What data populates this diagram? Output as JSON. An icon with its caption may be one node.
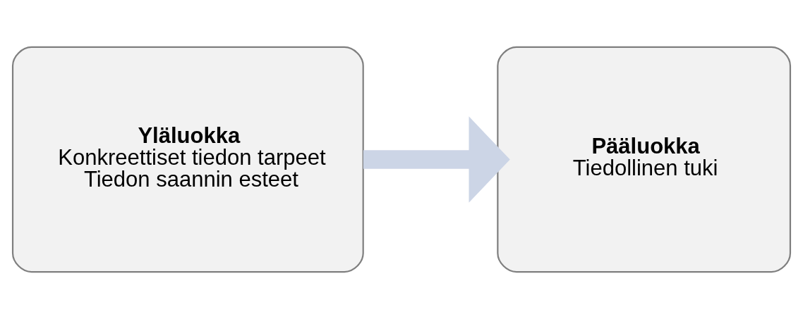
{
  "diagram": {
    "nodes": [
      {
        "text": [
          "Yläluokka",
          "Konkreettiset tiedon tarpeet",
          "Tiedon saannin esteet"
        ]
      },
      {
        "text": [
          "Pääluokka",
          "Tiedollinen tuki"
        ]
      }
    ],
    "edges": [
      {
        "from": 0,
        "to": 1,
        "arrow": "to"
      }
    ]
  }
}
